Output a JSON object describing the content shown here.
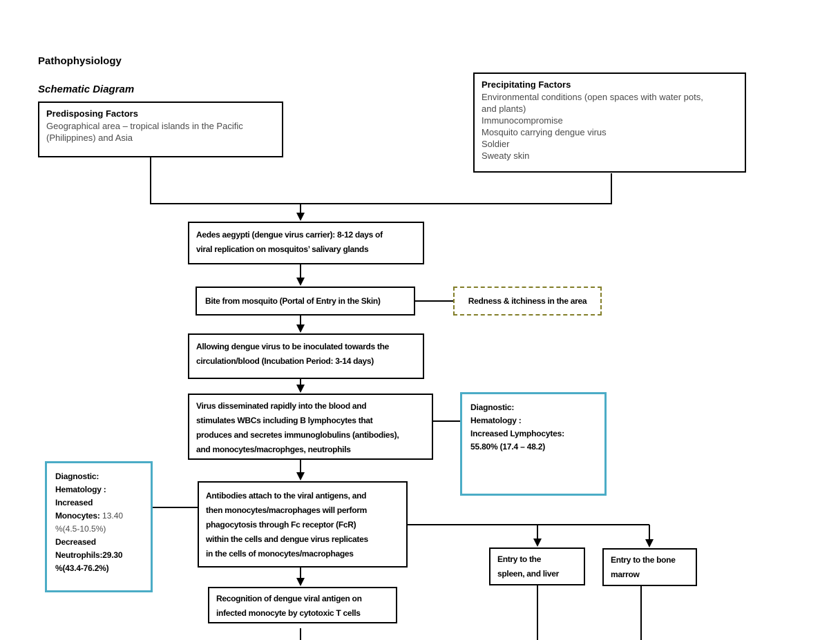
{
  "page": {
    "title": "Pathophysiology",
    "subtitle": "Schematic Diagram"
  },
  "colors": {
    "box_border": "#000000",
    "diagnostic_border": "#4BACC6",
    "symptom_border": "#827E28",
    "body_text": "#4A4A4A"
  },
  "predisposing": {
    "title": "Predisposing Factors",
    "body": "Geographical area – tropical islands in the Pacific (Philippines) and Asia"
  },
  "precipitating": {
    "title": "Precipitating Factors",
    "lines": [
      "Environmental conditions (open spaces with water pots, and plants)",
      "Immunocompromise",
      "Mosquito carrying dengue virus",
      "Soldier",
      "Sweaty skin"
    ]
  },
  "flow": {
    "aedes": {
      "lines": [
        "Aedes aegypti (dengue virus carrier): 8-12 days of",
        "viral replication on mosquitos’ salivary glands"
      ]
    },
    "bite": {
      "lines": [
        "Bite from mosquito (Portal of Entry in the Skin)"
      ]
    },
    "redness": {
      "lines": [
        "Redness & itchiness in the area"
      ]
    },
    "allowing": {
      "lines": [
        "Allowing dengue virus to be inoculated towards the",
        "circulation/blood (Incubation Period: 3-14 days)"
      ]
    },
    "virus": {
      "lines": [
        "Virus disseminated rapidly into the blood and",
        "stimulates WBCs including B lymphocytes that",
        "produces and secretes immunoglobulins (antibodies),",
        "and monocytes/macrophges, neutrophils"
      ]
    },
    "antibodies": {
      "lines": [
        "Antibodies attach to the viral antigens, and",
        "then monocytes/macrophages will perform",
        "phagocytosis through Fc receptor (FcR)",
        "within the cells and dengue virus replicates",
        "in the cells of monocytes/macrophages"
      ]
    },
    "recognition": {
      "lines": [
        "Recognition of dengue viral antigen on",
        "infected monocyte by cytotoxic T cells"
      ]
    },
    "entry_spleen": {
      "lines": [
        "Entry to the",
        "spleen, and liver"
      ]
    },
    "entry_bone": {
      "lines": [
        "Entry to the bone",
        "marrow"
      ]
    }
  },
  "diagnostics": {
    "lymphocytes": {
      "lines": [
        "Diagnostic:",
        "Hematology :",
        "Increased Lymphocytes:",
        "55.80% (17.4 – 48.2)"
      ]
    },
    "monocytes": {
      "line1": "Diagnostic:",
      "line2": "Hematology :",
      "line3": "Increased",
      "line4_label": "Monocytes:",
      "line4_value": " 13.40",
      "line5": "%(4.5-10.5%)",
      "line6": "Decreased",
      "line7": "Neutrophils:29.30",
      "line8": "%(43.4-76.2%)"
    }
  }
}
